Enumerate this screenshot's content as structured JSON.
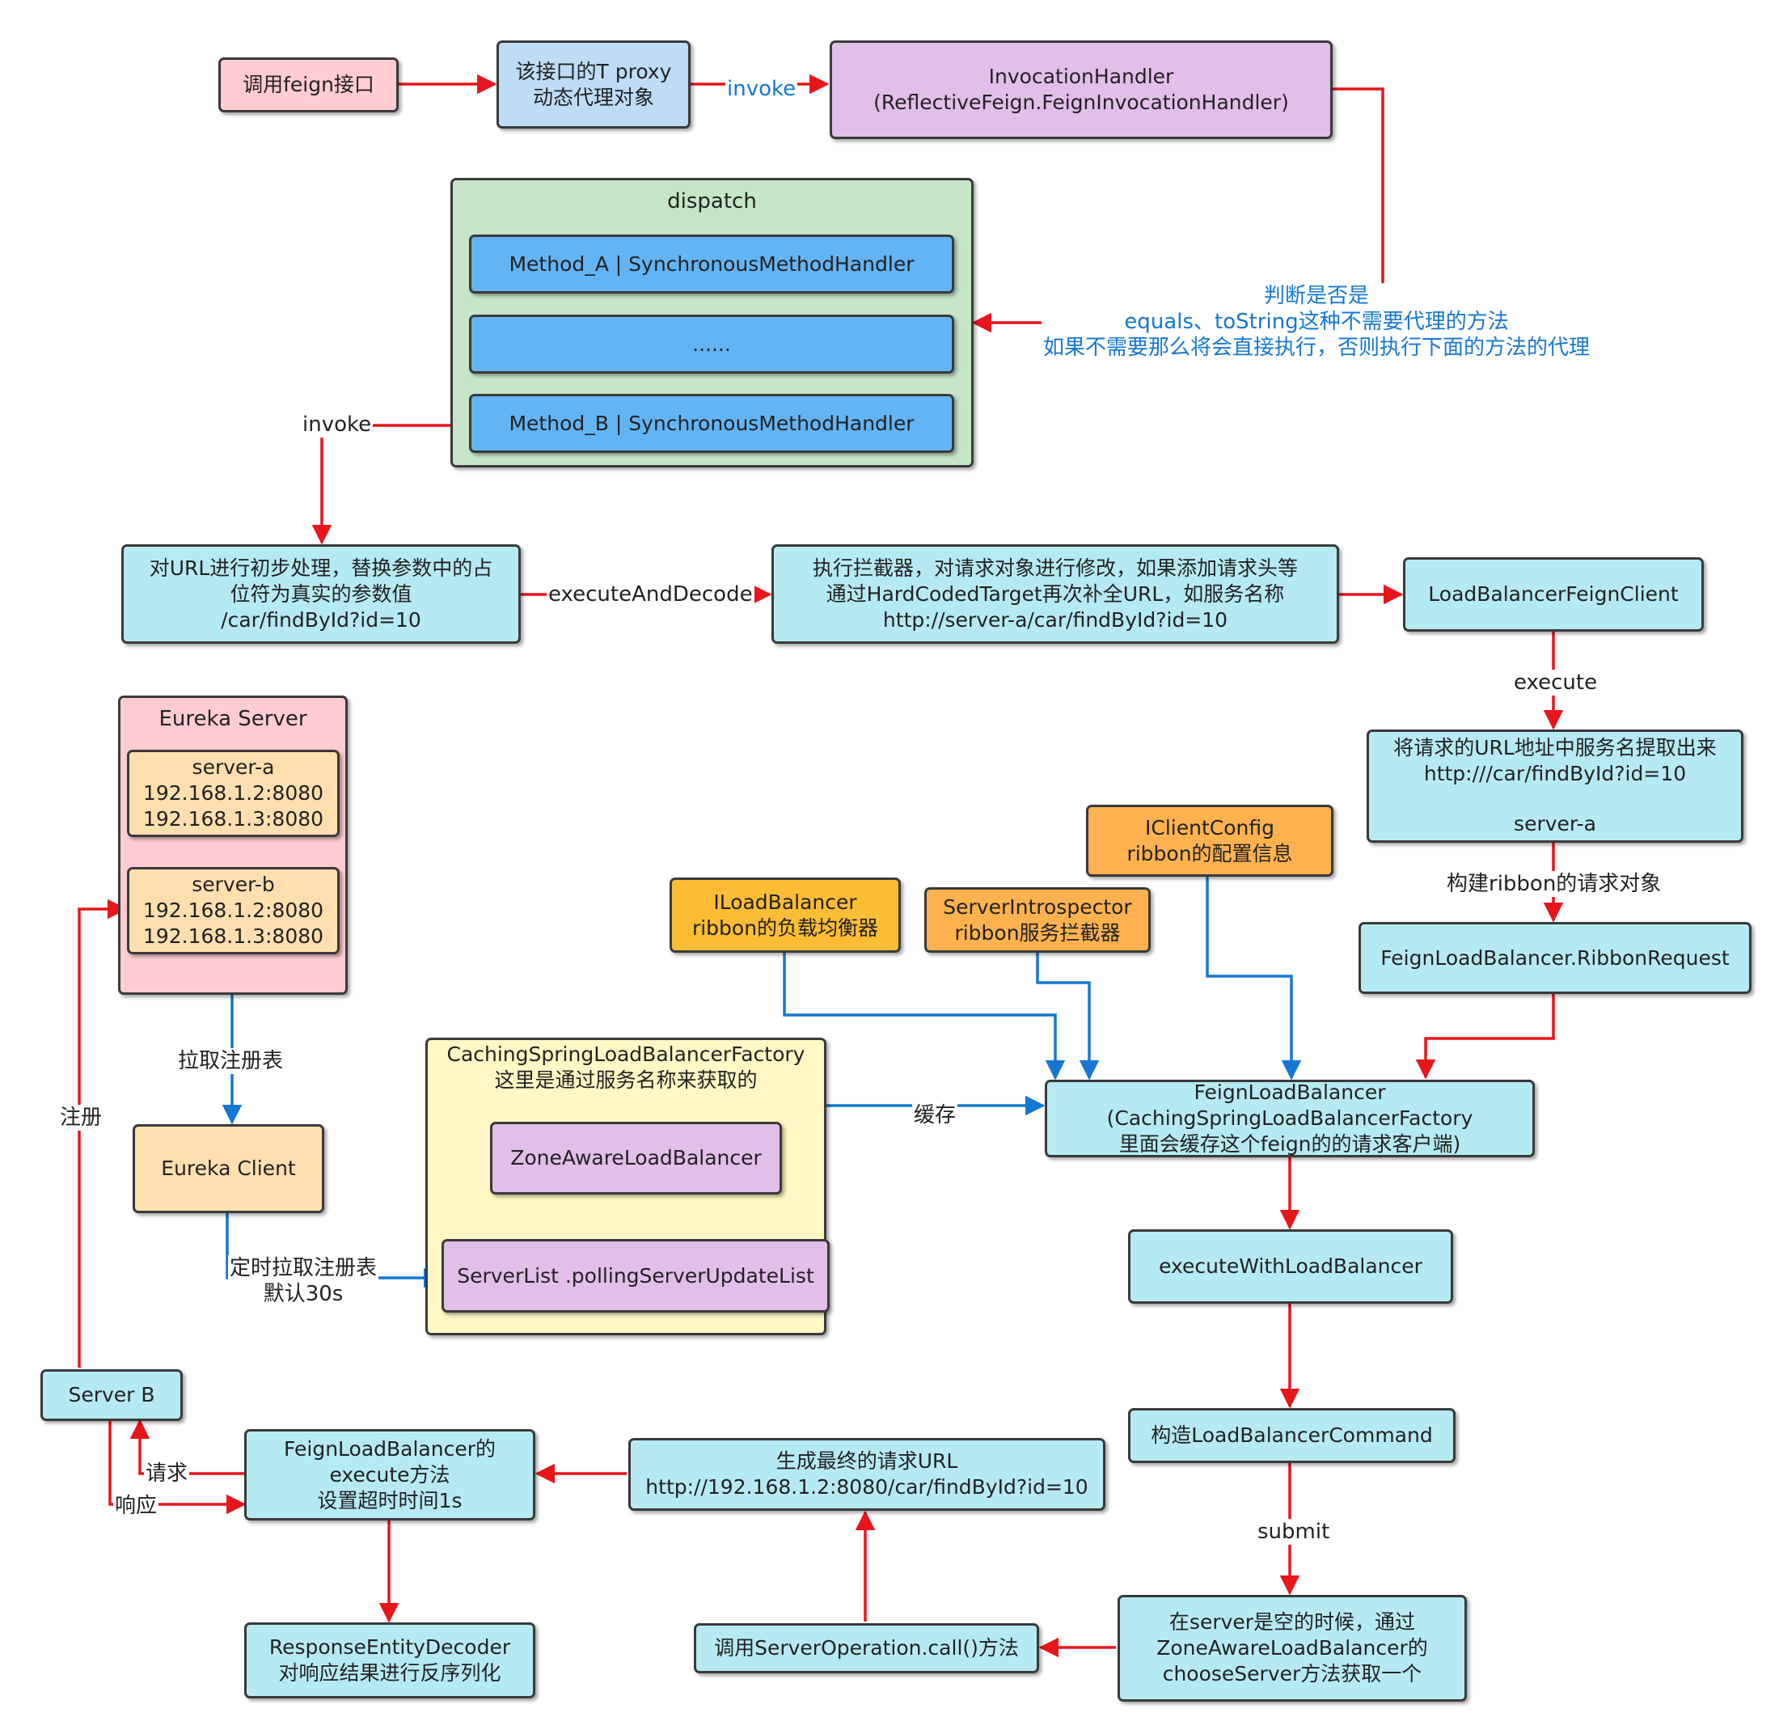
{
  "colors": {
    "pink": "#ffccd1",
    "light_blue": "#bfdcf6",
    "purple": "#e1bfe8",
    "green": "#c7e6c9",
    "method_blue": "#62b4f5",
    "cyan": "#b6eaf2",
    "orange_dark": "#fbbd35",
    "orange_mid": "#fdb24f",
    "peach": "#ffdfae",
    "yellow": "#fff7c4",
    "red_arrow": "#e8151b",
    "blue_arrow": "#1677d2",
    "blue_text": "#1677d2"
  },
  "nodes": {
    "call_feign": "调用feign接口",
    "proxy": [
      "该接口的T proxy",
      "动态代理对象"
    ],
    "invocation_handler": [
      "InvocationHandler",
      "(ReflectiveFeign.FeignInvocationHandler)"
    ],
    "dispatch": {
      "title": "dispatch",
      "method_a": "Method_A | SynchronousMethodHandler",
      "ellipsis": "......",
      "method_b": "Method_B | SynchronousMethodHandler"
    },
    "url_preprocess": [
      "对URL进行初步处理，替换参数中的占",
      "位符为真实的参数值",
      "/car/findById?id=10"
    ],
    "interceptor": [
      "执行拦截器，对请求对象进行修改，如果添加请求头等",
      "通过HardCodedTarget再次补全URL，如服务名称",
      "http://server-a/car/findById?id=10"
    ],
    "lb_feign_client": "LoadBalancerFeignClient",
    "extract_service": [
      "将请求的URL地址中服务名提取出来",
      "http:///car/findById?id=10",
      "",
      "server-a"
    ],
    "ribbon_request": "FeignLoadBalancer.RibbonRequest",
    "eureka_server": {
      "title": "Eureka Server",
      "server_a": [
        "server-a",
        "192.168.1.2:8080",
        "192.168.1.3:8080"
      ],
      "server_b": [
        "server-b",
        "192.168.1.2:8080",
        "192.168.1.3:8080"
      ]
    },
    "eureka_client": "Eureka Client",
    "iloadbalancer": [
      "ILoadBalancer",
      "ribbon的负载均衡器"
    ],
    "server_introspector": [
      "ServerIntrospector",
      "ribbon服务拦截器"
    ],
    "iclient_config": [
      "IClientConfig",
      "ribbon的配置信息"
    ],
    "caching_factory": {
      "title": [
        "CachingSpringLoadBalancerFactory",
        "这里是通过服务名称来获取的"
      ],
      "zone_aware": "ZoneAwareLoadBalancer",
      "server_list": "ServerList .pollingServerUpdateList"
    },
    "feign_load_balancer": [
      "FeignLoadBalancer",
      "(CachingSpringLoadBalancerFactory",
      "里面会缓存这个feign的的请求客户端)"
    ],
    "execute_with_lb": "executeWithLoadBalancer",
    "lb_command": "构造LoadBalancerCommand",
    "choose_server": [
      "在server是空的时候，通过",
      "ZoneAwareLoadBalancer的",
      "chooseServer方法获取一个"
    ],
    "server_operation": "调用ServerOperation.call()方法",
    "final_url": [
      "生成最终的请求URL",
      "http://192.168.1.2:8080/car/findById?id=10"
    ],
    "flb_execute": [
      "FeignLoadBalancer的",
      "execute方法",
      "设置超时时间1s"
    ],
    "response_decoder": [
      "ResponseEntityDecoder",
      "对响应结果进行反序列化"
    ],
    "server_b": "Server B"
  },
  "edge_labels": {
    "invoke_top": "invoke",
    "dispatch_note": [
      "判断是否是",
      "equals、toString这种不需要代理的方法",
      "如果不需要那么将会直接执行，否则执行下面的方法的代理"
    ],
    "invoke_left": "invoke",
    "execute_and_decode": "executeAndDecode",
    "execute": "execute",
    "build_ribbon": "构建ribbon的请求对象",
    "pull_registry": "拉取注册表",
    "register": "注册",
    "timed_pull": [
      "定时拉取注册表",
      "默认30s"
    ],
    "cache": "缓存",
    "submit": "submit",
    "request": "请求",
    "response": "响应"
  }
}
